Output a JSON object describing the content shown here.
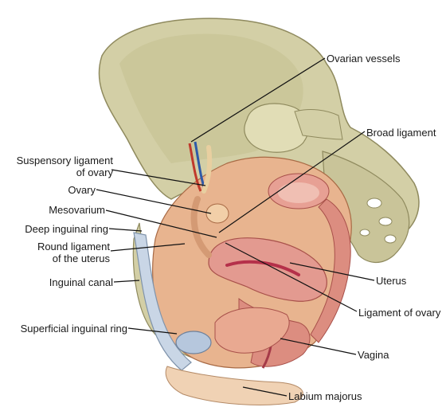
{
  "figure": {
    "labels": {
      "ovarian_vessels": "Ovarian vessels",
      "broad_ligament": "Broad ligament",
      "suspensory_line1": "Suspensory ligament",
      "suspensory_line2": "of ovary",
      "ovary": "Ovary",
      "mesovarium": "Mesovarium",
      "deep_inguinal_ring": "Deep inguinal ring",
      "round_line1": "Round ligament",
      "round_line2": "of the uterus",
      "inguinal_canal": "Inguinal canal",
      "uterus": "Uterus",
      "ligament_of_ovary": "Ligament of ovary",
      "superficial_inguinal_ring": "Superficial inguinal ring",
      "vagina": "Vagina",
      "labium_majorus": "Labium majorus"
    },
    "colors": {
      "bone": "#d3cfa6",
      "bone_shadow": "#b7b286",
      "peritoneum": "#e8b48f",
      "uterus": "#e39a90",
      "uterus_dark": "#c8605c",
      "canal": "#c9d6e6",
      "skin": "#f0d2b4",
      "artery": "#c0392b",
      "vein": "#2e5aa8",
      "leader": "#111111"
    }
  }
}
